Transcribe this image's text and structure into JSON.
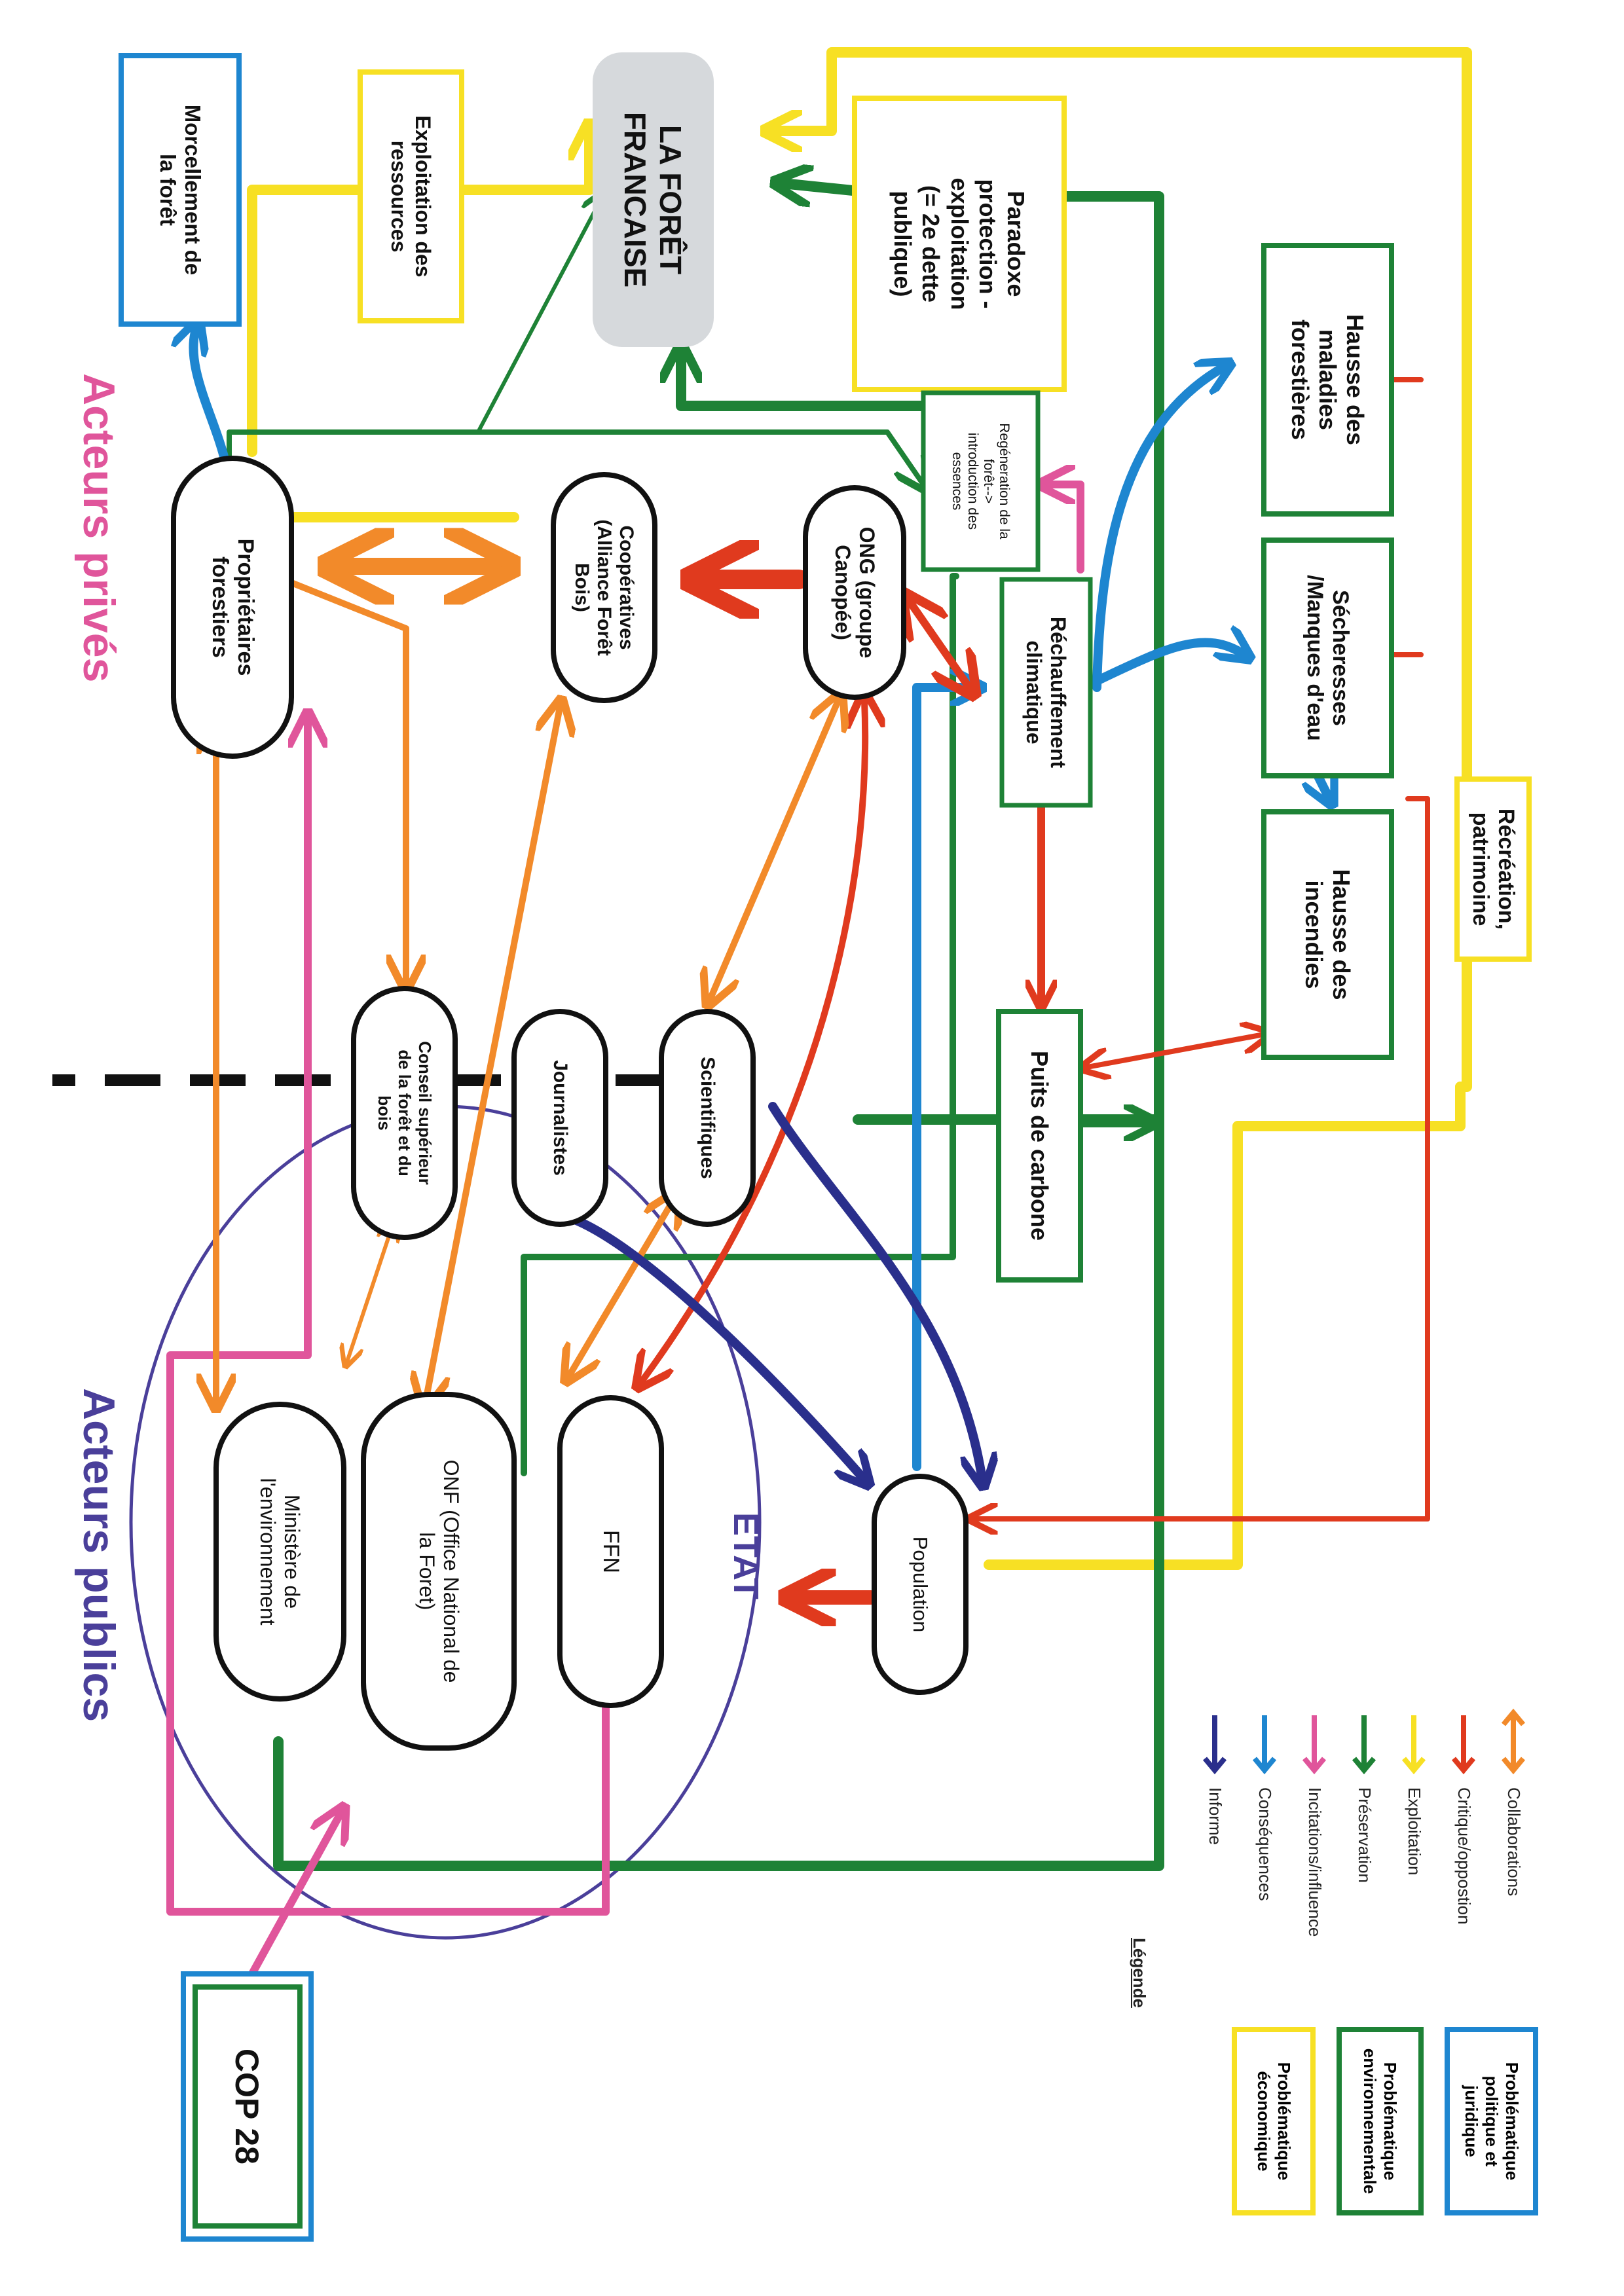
{
  "colors": {
    "informe": "#2a2f8c",
    "consequences": "#1e86d0",
    "incitations": "#e0559b",
    "preservation": "#1e8236",
    "exploitation": "#f7e024",
    "critique": "#e03a1e",
    "collaborations": "#f28a2a",
    "private_title": "#e0559b",
    "public_title": "#4a3f9a",
    "node_border": "#111111",
    "foret_fill": "#d6d9dc"
  },
  "titles": {
    "private": "Acteurs privés",
    "public": "Acteurs publics",
    "etat": "ETAT"
  },
  "nodes": {
    "foret": "LA FORÊT\nFRANCAISE",
    "paradoxe": "Paradoxe\nprotection -\nexploitation\n(= 2e dette\npublique)",
    "exploitation_ressources": "Exploitation des\nressources",
    "morcellement": "Morcellement de\nla forêt",
    "maladies": "Hausse des\nmaladies\nforestières",
    "secheresses": "Sécheresses\n/Manques d'eau",
    "incendies": "Hausse des\nincendies",
    "regeneration": "Regéneration de la\nforêt-->\nintroduction des\nessences",
    "rechauffement": "Réchauffement\nclimatique",
    "puits": "Puits de carbone",
    "recreation": "Récréation,\npatrimoine",
    "ong": "ONG (groupe\nCanopée)",
    "cooperatives": "Coopératives\n(Alliance Forêt\nBois)",
    "proprietaires": "Propriétaires\nforestiers",
    "conseil": "Conseil supérieur\nde la forêt et du\nbois",
    "journalistes": "Journalistes",
    "scientifiques": "Scientifiques",
    "population": "Population",
    "ffn": "FFN",
    "onf": "ONF (Office National de\nla Foret)",
    "ministere": "Ministère de\nl'environnement",
    "cop28": "COP 28"
  },
  "legend": {
    "title": "Légende",
    "items": [
      {
        "label": "Informe",
        "color": "#2a2f8c",
        "arrow": "single"
      },
      {
        "label": "Conséquences",
        "color": "#1e86d0",
        "arrow": "single"
      },
      {
        "label": "Incitations/influence",
        "color": "#e0559b",
        "arrow": "single"
      },
      {
        "label": "Préservation",
        "color": "#1e8236",
        "arrow": "single"
      },
      {
        "label": "Exploitation",
        "color": "#f7e024",
        "arrow": "single"
      },
      {
        "label": "Critique/oppostion",
        "color": "#e03a1e",
        "arrow": "single"
      },
      {
        "label": "Collaborations",
        "color": "#f28a2a",
        "arrow": "double"
      }
    ],
    "boxes": [
      {
        "label": "Problématique\néconomique",
        "color": "#f7e024"
      },
      {
        "label": "Problématique\nenvironnementale",
        "color": "#1e8236"
      },
      {
        "label": "Problématique\npolitique et\njuridique",
        "color": "#1e86d0"
      }
    ]
  }
}
